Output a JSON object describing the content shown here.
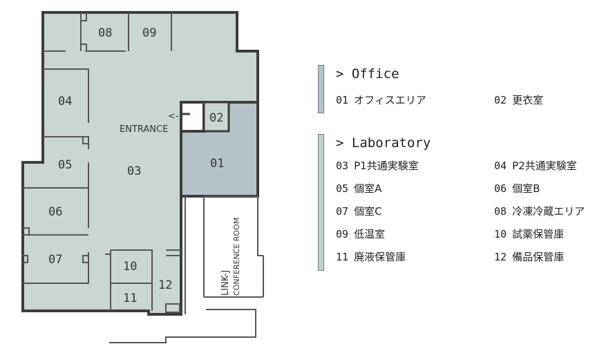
{
  "colors": {
    "lab_fill": "#c9d6d3",
    "office_fill": "#b4c3c9",
    "wall": "#3c3c3c"
  },
  "map": {
    "rooms": {
      "r01": "01",
      "r02": "02",
      "r03": "03",
      "r04": "04",
      "r05": "05",
      "r06": "06",
      "r07": "07",
      "r08": "08",
      "r09": "09",
      "r10": "10",
      "r11": "11",
      "r12": "12"
    },
    "entrance_label": "ENTRANCE",
    "entrance_arrow": "<-",
    "conference_line1": "LINK-J",
    "conference_line2": "CONFERENCE ROOM"
  },
  "legend": {
    "office": {
      "title": "> Office",
      "items": [
        {
          "code": "01",
          "name": "オフィスエリア"
        },
        {
          "code": "02",
          "name": "更衣室"
        }
      ]
    },
    "laboratory": {
      "title": "> Laboratory",
      "items": [
        {
          "code": "03",
          "name": "P1共通実験室"
        },
        {
          "code": "04",
          "name": "P2共通実験室"
        },
        {
          "code": "05",
          "name": "個室A"
        },
        {
          "code": "06",
          "name": "個室B"
        },
        {
          "code": "07",
          "name": "個室C"
        },
        {
          "code": "08",
          "name": "冷凍冷蔵エリア"
        },
        {
          "code": "09",
          "name": "低温室"
        },
        {
          "code": "10",
          "name": "試薬保管庫"
        },
        {
          "code": "11",
          "name": "廃液保管庫"
        },
        {
          "code": "12",
          "name": "備品保管庫"
        }
      ]
    }
  }
}
